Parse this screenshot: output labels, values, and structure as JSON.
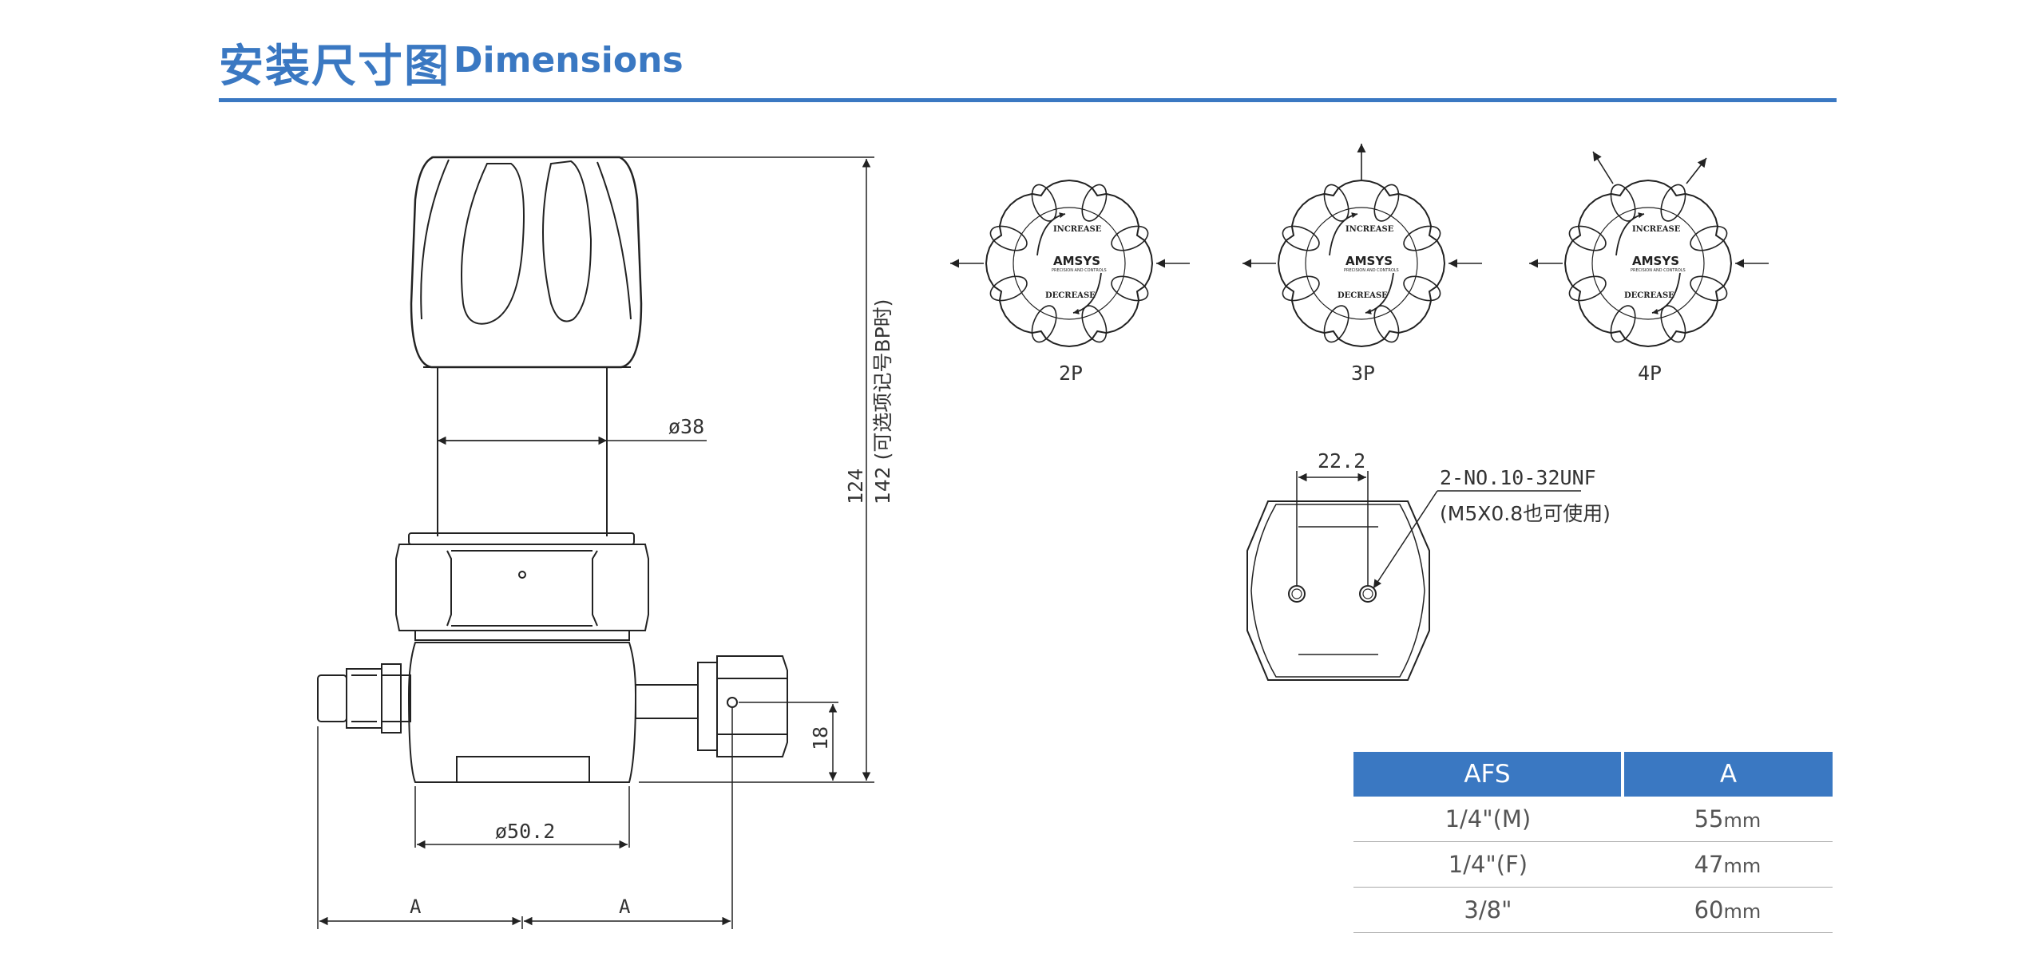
{
  "header": {
    "title_zh": "安装尺寸图",
    "title_en": "Dimensions",
    "accent_color": "#3a78c2"
  },
  "main_view": {
    "labels": {
      "dim_stem": "ø38",
      "dim_body": "ø50.2",
      "dim_port": "18",
      "dim_height": "124",
      "dim_height_alt": "142 (可选项记号BP时)",
      "dim_a_left": "A",
      "dim_a_right": "A"
    }
  },
  "knob_views": [
    {
      "caption": "2P",
      "increase": "INCREASE",
      "decrease": "DECREASE",
      "brand": "AMSYS",
      "brand_sub": "PRECISION AND CONTROLS"
    },
    {
      "caption": "3P",
      "increase": "INCREASE",
      "decrease": "DECREASE",
      "brand": "AMSYS",
      "brand_sub": "PRECISION AND CONTROLS"
    },
    {
      "caption": "4P",
      "increase": "INCREASE",
      "decrease": "DECREASE",
      "brand": "AMSYS",
      "brand_sub": "PRECISION AND CONTROLS"
    }
  ],
  "bottom_view": {
    "dim_spacing": "22.2",
    "thread_note": "2-NO.10-32UNF",
    "thread_alt": "(M5X0.8也可使用)"
  },
  "spec_table": {
    "headers": [
      "AFS",
      "A"
    ],
    "rows": [
      {
        "afs": "1/4\"(M)",
        "a": "55",
        "unit": "mm"
      },
      {
        "afs": "1/4\"(F)",
        "a": "47",
        "unit": "mm"
      },
      {
        "afs": "3/8\"",
        "a": "60",
        "unit": "mm"
      }
    ]
  }
}
